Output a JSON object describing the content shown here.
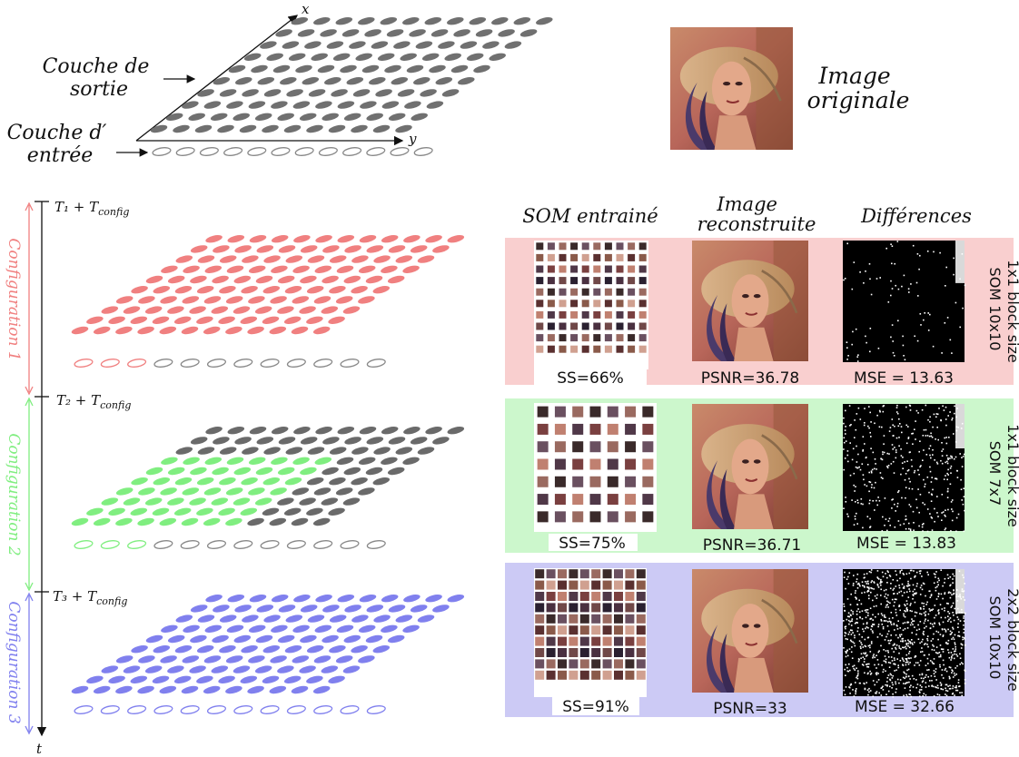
{
  "top": {
    "output_layer_label": [
      "Couche de",
      "sortie"
    ],
    "input_layer_label": [
      "Couche d′",
      "entrée"
    ],
    "axis_x": "x",
    "axis_y": "y",
    "original_label": [
      "Image",
      "originale"
    ]
  },
  "timeline": {
    "t1": "T₁ + T",
    "t2": "T₂ + T",
    "t3": "T₃ + T",
    "sub": "config",
    "t": "t"
  },
  "configs": [
    {
      "label": "Configuration 1",
      "color": "#f08080",
      "light": "#f9c8c8"
    },
    {
      "label": "Configuration 2",
      "color": "#80ee80",
      "light": "#c8f8c8"
    },
    {
      "label": "Configuration 3",
      "color": "#8080ee",
      "light": "#c8c8f8"
    }
  ],
  "columns": {
    "som": "SOM entrainé",
    "recon": [
      "Image",
      "reconstruite"
    ],
    "diff": "Différences"
  },
  "rows": [
    {
      "ss": "SS=66%",
      "psnr": "PSNR=36.78",
      "mse": "MSE = 13.63",
      "side": [
        "SOM 10x10",
        "1x1 block size"
      ],
      "bg": "#f9cfcf"
    },
    {
      "ss": "SS=75%",
      "psnr": "PSNR=36.71",
      "mse": "MSE = 13.83",
      "side": [
        "SOM 7x7",
        "1x1 block size"
      ],
      "bg": "#ccf7cc"
    },
    {
      "ss": "SS=91%",
      "psnr": "PSNR=33",
      "mse": "MSE = 32.66",
      "side": [
        "SOM 10x10",
        "2x2 block size"
      ],
      "bg": "#cccaf5"
    }
  ],
  "colors": {
    "gray_neuron": "#707070",
    "red": "#f08080",
    "green": "#80ee80",
    "blue": "#8080ee"
  }
}
